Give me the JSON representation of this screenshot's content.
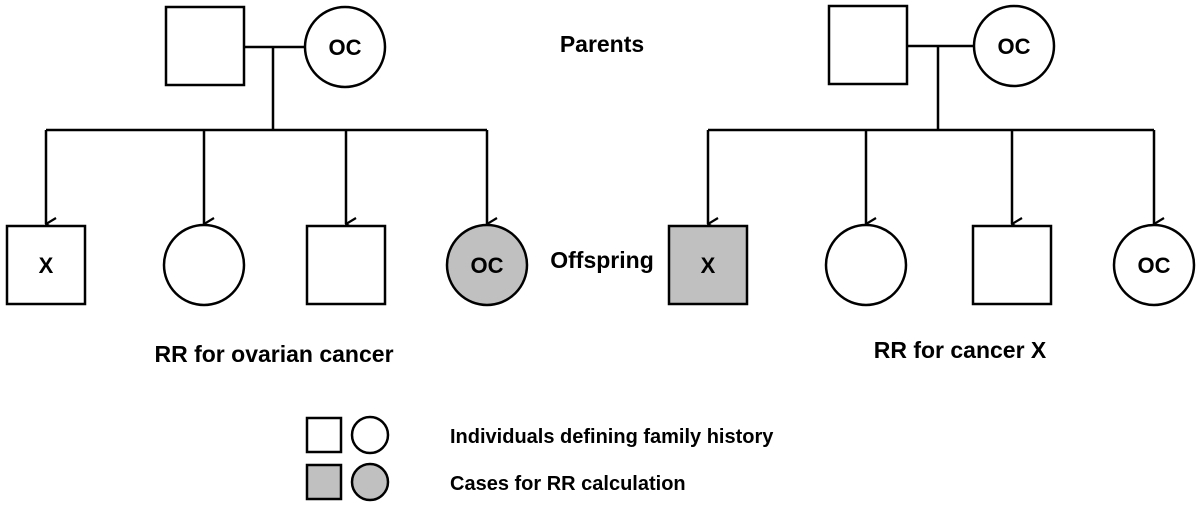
{
  "colors": {
    "stroke": "#000000",
    "unaffected_fill": "#ffffff",
    "case_fill": "#c0c0c0"
  },
  "center_labels": {
    "parents": "Parents",
    "offspring": "Offspring"
  },
  "pedigrees": [
    {
      "title": "RR for ovarian cancer",
      "parents": [
        {
          "shape": "square",
          "label": "",
          "case": false
        },
        {
          "shape": "circle",
          "label": "OC",
          "case": false
        }
      ],
      "offspring": [
        {
          "shape": "square",
          "label": "X",
          "case": false
        },
        {
          "shape": "circle",
          "label": "",
          "case": false
        },
        {
          "shape": "square",
          "label": "",
          "case": false
        },
        {
          "shape": "circle",
          "label": "OC",
          "case": true
        }
      ]
    },
    {
      "title": "RR for cancer X",
      "parents": [
        {
          "shape": "square",
          "label": "",
          "case": false
        },
        {
          "shape": "circle",
          "label": "OC",
          "case": false
        }
      ],
      "offspring": [
        {
          "shape": "square",
          "label": "X",
          "case": true
        },
        {
          "shape": "circle",
          "label": "",
          "case": false
        },
        {
          "shape": "square",
          "label": "",
          "case": false
        },
        {
          "shape": "circle",
          "label": "OC",
          "case": false
        }
      ]
    }
  ],
  "legend": [
    {
      "label": "Individuals defining family history",
      "case": false
    },
    {
      "label": "Cases for RR calculation",
      "case": true
    }
  ]
}
